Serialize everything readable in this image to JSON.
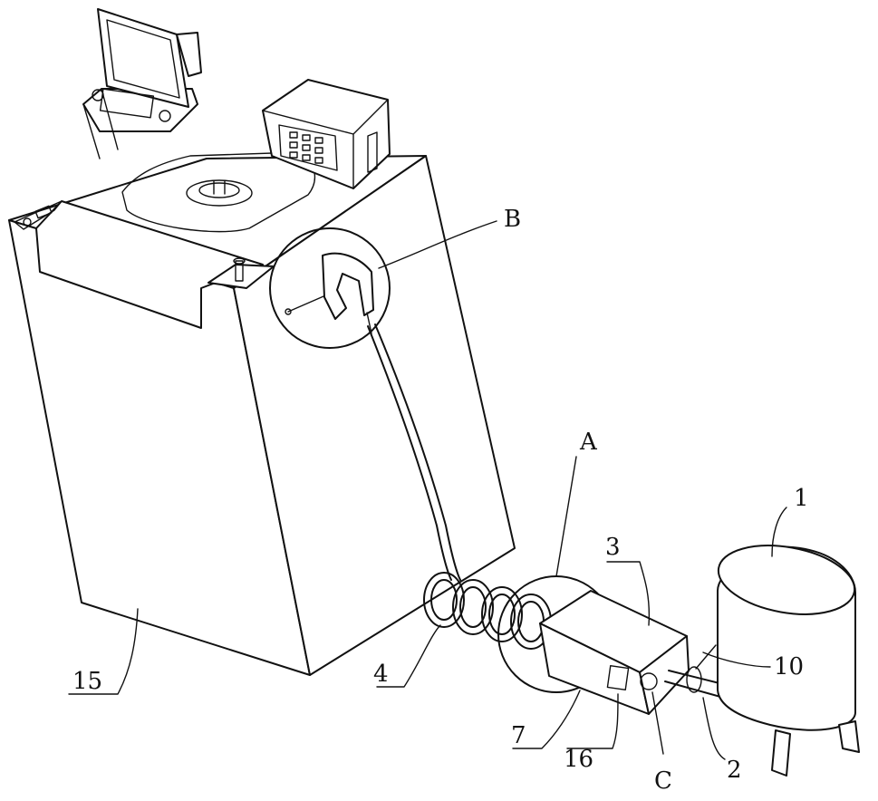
{
  "labels": {
    "tank": "1",
    "pipe": "2",
    "box": "3",
    "hose": "4",
    "box_panel": "7",
    "valve": "10",
    "cabinet": "15",
    "display_window": "16",
    "detail_a": "A",
    "detail_b": "B",
    "detail_c": "C"
  }
}
